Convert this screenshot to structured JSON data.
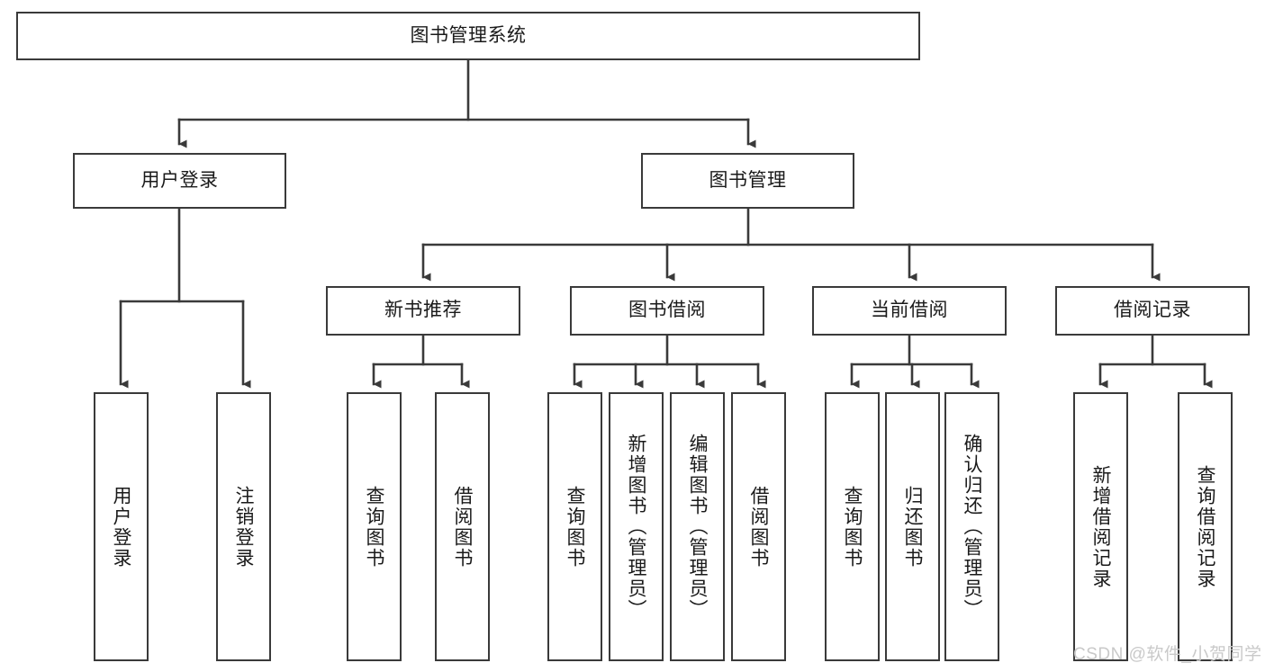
{
  "diagram": {
    "title": "图书管理系统",
    "type": "hierarchy-tree",
    "style": {
      "box_border_color": "#3a3a3a",
      "box_fill_color": "#ffffff",
      "line_color": "#3a3a3a",
      "text_color": "#1a1a1a",
      "background": "#ffffff"
    },
    "root": {
      "label": "图书管理系统"
    },
    "level1": [
      {
        "label": "用户登录"
      },
      {
        "label": "图书管理"
      }
    ],
    "level2": [
      {
        "label": "新书推荐"
      },
      {
        "label": "图书借阅"
      },
      {
        "label": "当前借阅"
      },
      {
        "label": "借阅记录"
      }
    ],
    "leaves": {
      "user_login": [
        {
          "label": "用户登录"
        },
        {
          "label": "注销登录"
        }
      ],
      "new_book_recommend": [
        {
          "label": "查询图书"
        },
        {
          "label": "借阅图书"
        }
      ],
      "book_borrow": [
        {
          "label": "查询图书"
        },
        {
          "label": "新增图书（管理员）"
        },
        {
          "label": "编辑图书（管理员）"
        },
        {
          "label": "借阅图书"
        }
      ],
      "current_borrow": [
        {
          "label": "查询图书"
        },
        {
          "label": "归还图书"
        },
        {
          "label": "确认归还（管理员）"
        }
      ],
      "borrow_record": [
        {
          "label": "新增借阅记录"
        },
        {
          "label": "查询借阅记录"
        }
      ]
    }
  },
  "watermark": {
    "text": "CSDN @软件_小贺同学"
  }
}
